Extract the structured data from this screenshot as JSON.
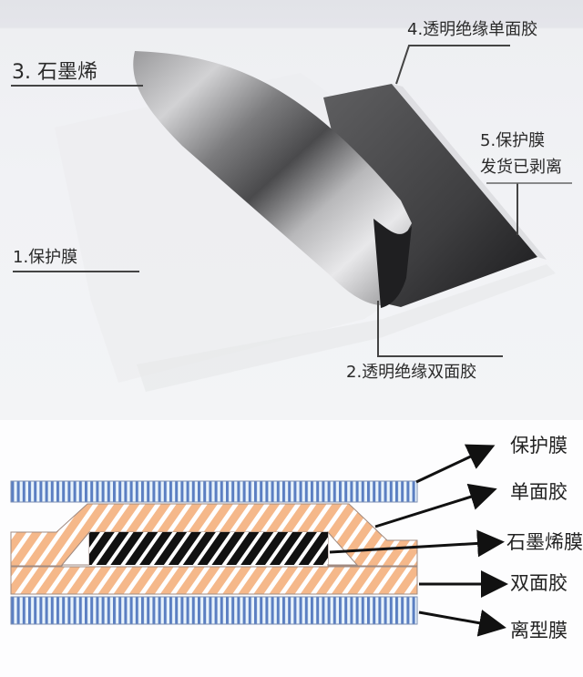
{
  "photo": {
    "labels": [
      {
        "id": "graphene",
        "text": "3. 石墨烯"
      },
      {
        "id": "single-tape",
        "text": "4.透明绝缘单面胶"
      },
      {
        "id": "protect-top-line1",
        "text": "5.保护膜"
      },
      {
        "id": "protect-top-line2",
        "text": "发货已剥离"
      },
      {
        "id": "protect-bottom",
        "text": "1.保护膜"
      },
      {
        "id": "double-tape",
        "text": "2.透明绝缘双面胶"
      }
    ]
  },
  "diagram": {
    "layers": [
      {
        "name": "保护膜",
        "pattern": "vertical-stripes",
        "color": "#5b7fc2"
      },
      {
        "name": "单面胶",
        "pattern": "diagonal-stripes",
        "color": "#f5b88a"
      },
      {
        "name": "石墨烯膜",
        "pattern": "diagonal-stripes",
        "color": "#000000"
      },
      {
        "name": "双面胶",
        "pattern": "diagonal-stripes",
        "color": "#f5b88a"
      },
      {
        "name": "离型膜",
        "pattern": "vertical-stripes",
        "color": "#5b7fc2"
      }
    ]
  },
  "colors": {
    "film_blue": "#5b7fc2",
    "film_fill": "#e8f3fb",
    "adhesive_orange": "#f5b88a",
    "graphene_black": "#111111",
    "leader_line": "#333333"
  }
}
